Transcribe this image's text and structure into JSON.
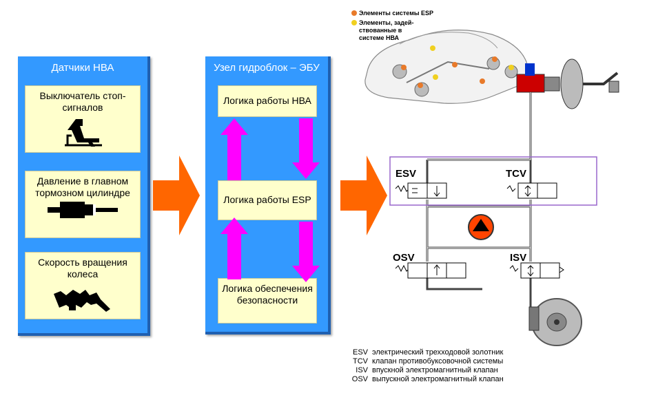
{
  "sensors_panel": {
    "title": "Датчики НВА",
    "cards": [
      {
        "label": "Выключатель стоп-сигналов",
        "icon": "brake-pedal-icon"
      },
      {
        "label": "Давление в главном тормозном цилиндре",
        "icon": "pressure-sensor-icon"
      },
      {
        "label": "Скорость вращения колеса",
        "icon": "wheel-speed-sensor-icon"
      }
    ]
  },
  "ecu_panel": {
    "title": "Узел гидроблок – ЭБУ",
    "blocks": [
      "Логика работы НВА",
      "Логика работы ESP",
      "Логика обеспечения безопасности"
    ]
  },
  "car_legend": {
    "esp_elements": "Элементы системы ESP",
    "involved_elements": "Элементы, задей-ствованные в системе НВА",
    "esp_color": "#e87a2a",
    "involved_color": "#f0d020"
  },
  "valves": {
    "esv": "ESV",
    "tcv": "TCV",
    "osv": "OSV",
    "isv": "ISV"
  },
  "legend": [
    {
      "abbr": "ESV",
      "text": "электрический трехходовой золотник"
    },
    {
      "abbr": "TCV",
      "text": "клапан противобуксовочной системы"
    },
    {
      "abbr": "ISV",
      "text": "впускной электромагнитный клапан"
    },
    {
      "abbr": "OSV",
      "text": "выпускной электромагнитный клапан"
    }
  ],
  "colors": {
    "panel": "#3399ff",
    "card": "#ffffcc",
    "flow_arrow": "#ff00ff",
    "big_arrow": "#ff6600",
    "pump": "#ff4400",
    "highlight_frame": "#9966cc"
  }
}
